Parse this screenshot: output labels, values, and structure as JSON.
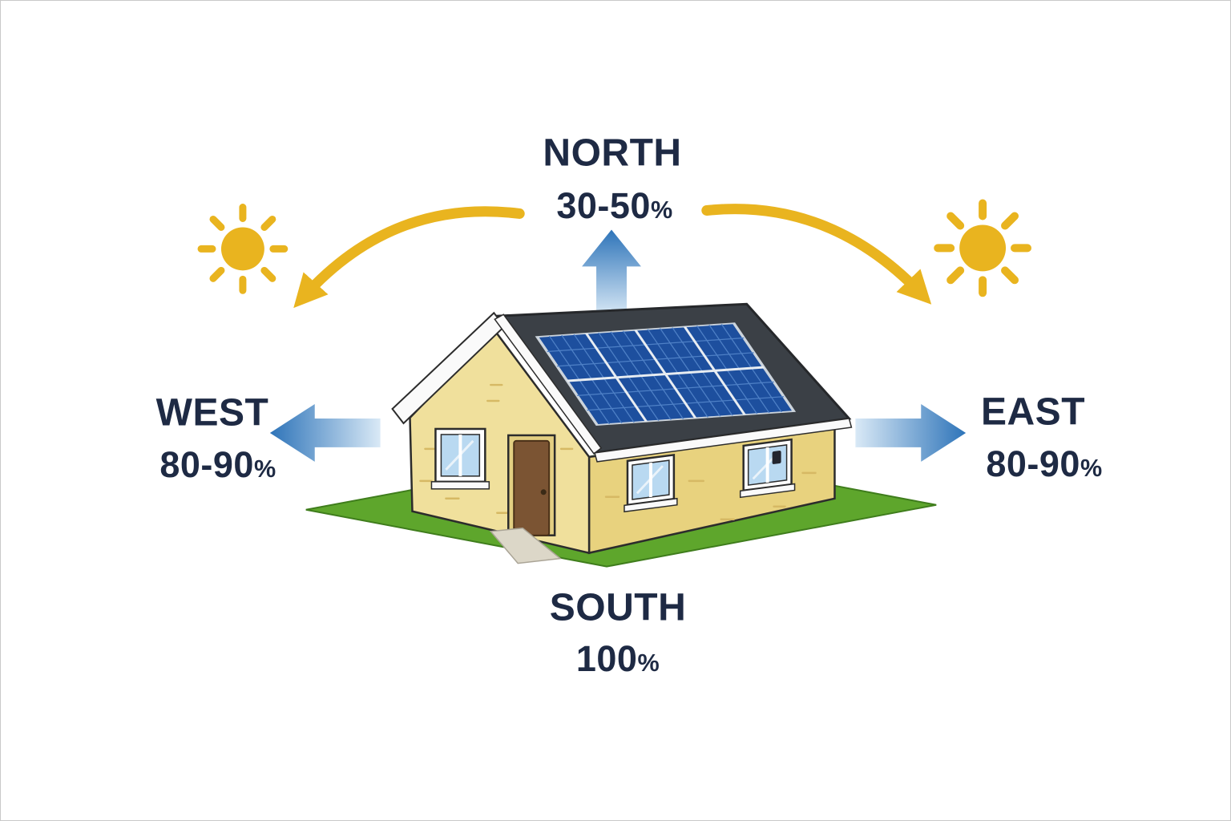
{
  "diagram": {
    "name": "solar-panel-orientation-efficiency",
    "directions": {
      "north": {
        "label": "NORTH",
        "value": "30-50",
        "unit": "%"
      },
      "east": {
        "label": "EAST",
        "value": "80-90",
        "unit": "%"
      },
      "south": {
        "label": "SOUTH",
        "value": "100",
        "unit": "%"
      },
      "west": {
        "label": "WEST",
        "value": "80-90",
        "unit": "%"
      }
    },
    "icons": {
      "sun_left": "sun-icon",
      "sun_right": "sun-icon",
      "house": "house-with-solar-panels",
      "arrows": [
        "north-arrow",
        "east-arrow",
        "west-arrow",
        "sun-path-arc-left",
        "sun-path-arc-right"
      ]
    },
    "colors": {
      "label_text": "#1e2a44",
      "direction_arrow_blue": "#2e74b9",
      "sun_arc_yellow": "#e9b41f",
      "grass_green": "#5ea62c",
      "wall_cream": "#f0e09c",
      "roof_gray": "#3b4046",
      "solar_panel_blue": "#1d4f9e"
    }
  }
}
